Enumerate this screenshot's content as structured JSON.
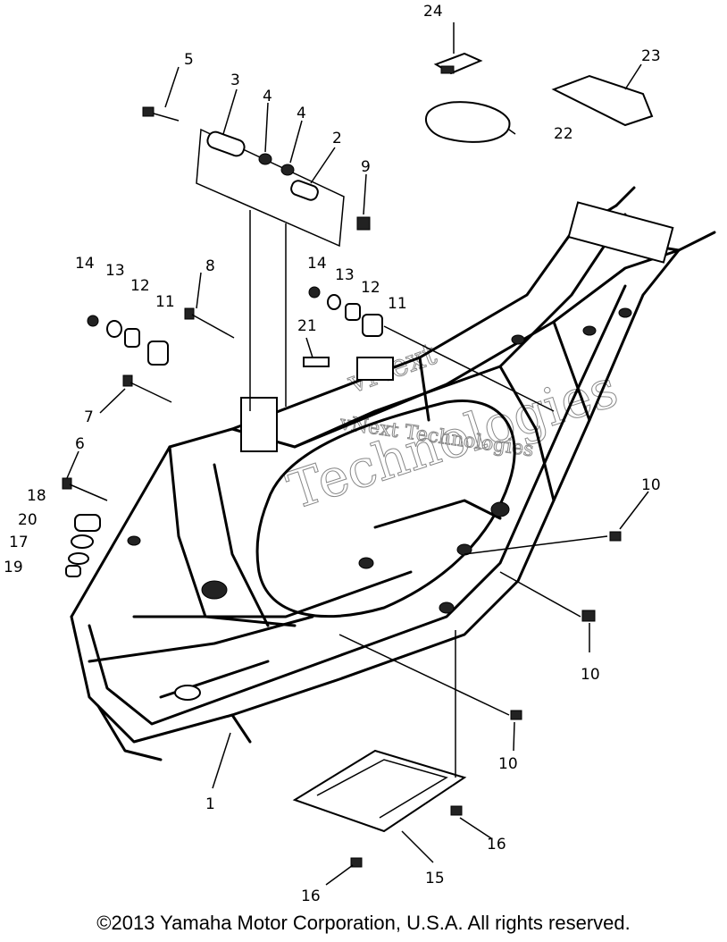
{
  "callouts": [
    "1",
    "2",
    "3",
    "4",
    "4",
    "5",
    "6",
    "7",
    "8",
    "9",
    "10",
    "10",
    "10",
    "11",
    "11",
    "12",
    "12",
    "13",
    "13",
    "14",
    "14",
    "15",
    "16",
    "16",
    "17",
    "18",
    "19",
    "20",
    "21",
    "22",
    "23",
    "24"
  ],
  "watermark": {
    "line1": "vNext",
    "line2": "Technologies",
    "line3": "vNext Technologies"
  },
  "copyright": "©2013 Yamaha Motor Corporation, U.S.A. All rights reserved."
}
